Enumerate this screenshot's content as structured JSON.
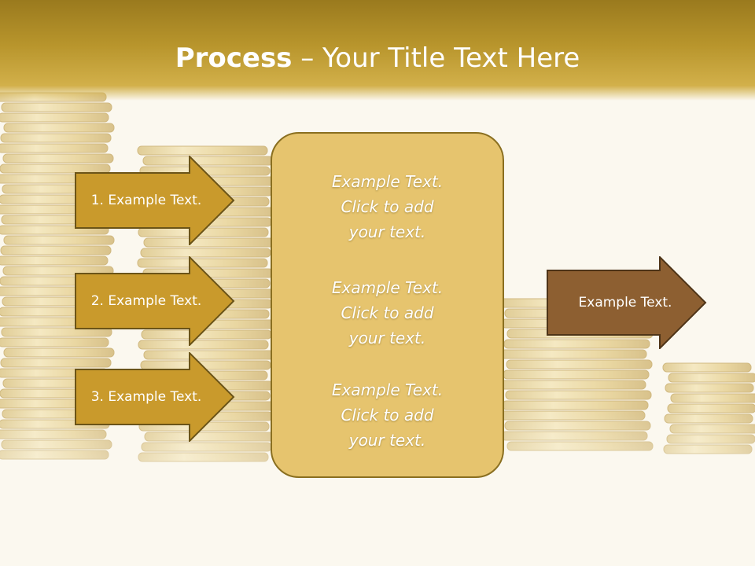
{
  "slide": {
    "title_bold": "Process",
    "title_rest": " – Your Title Text Here",
    "colors": {
      "header": "#b8952c",
      "arrow_gold": "#c99a2c",
      "arrow_outline": "#6b5418",
      "center_box": "#e6c46e",
      "result_arrow": "#8d5f31"
    }
  },
  "steps": [
    {
      "label": "1. Example Text."
    },
    {
      "label": "2. Example Text."
    },
    {
      "label": "3. Example Text."
    }
  ],
  "center": [
    {
      "line1": "Example Text.",
      "line2": "Click  to add",
      "line3": "your text."
    },
    {
      "line1": "Example Text.",
      "line2": "Click  to add",
      "line3": "your text."
    },
    {
      "line1": "Example Text.",
      "line2": "Click  to add",
      "line3": "your text."
    }
  ],
  "result": {
    "label": "Example Text."
  }
}
